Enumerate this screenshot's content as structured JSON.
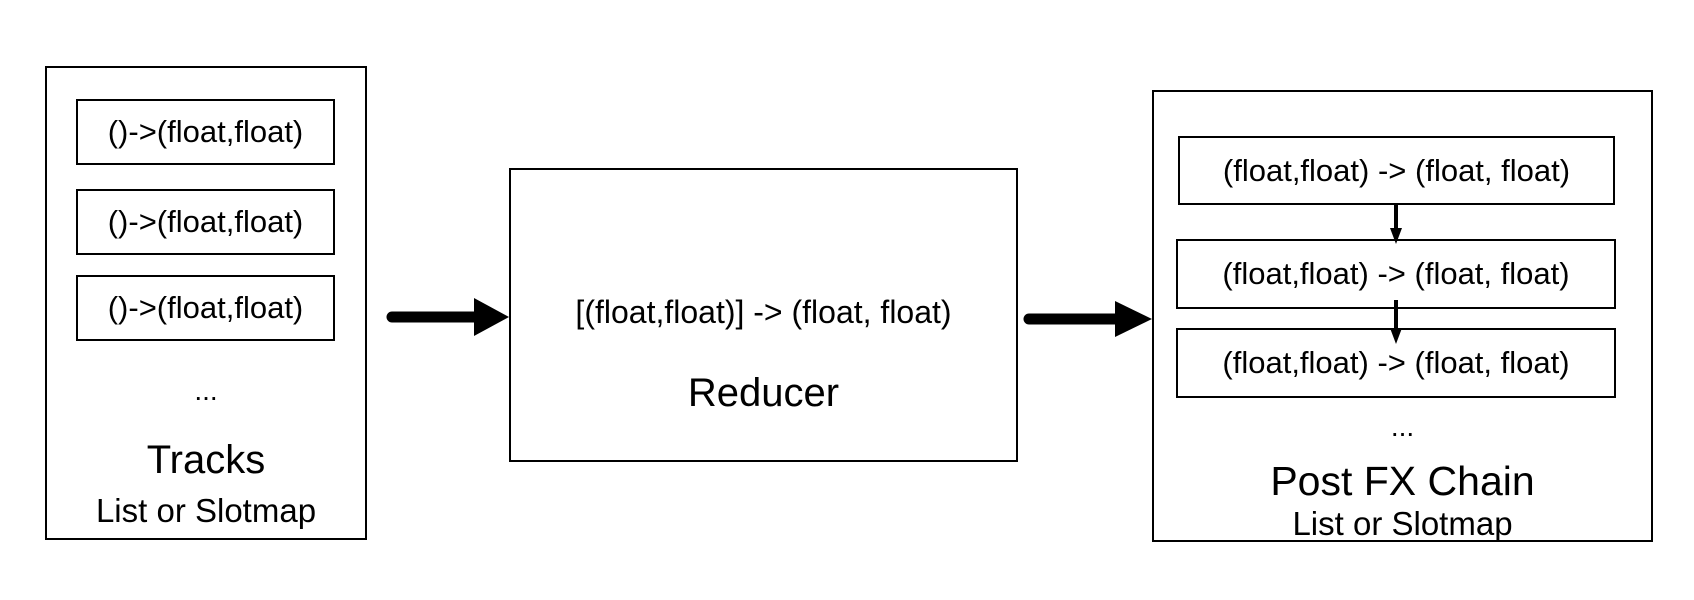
{
  "tracks": {
    "items": [
      "()->(float,float)",
      "()->(float,float)",
      "()->(float,float)"
    ],
    "ellipsis": "...",
    "title": "Tracks",
    "subtitle": "List or Slotmap"
  },
  "reducer": {
    "signature": "[(float,float)] -> (float, float)",
    "title": "Reducer"
  },
  "post_fx": {
    "items": [
      "(float,float) -> (float, float)",
      "(float,float) -> (float, float)",
      "(float,float) -> (float, float)"
    ],
    "ellipsis": "...",
    "title": "Post FX Chain",
    "subtitle": "List or Slotmap"
  }
}
